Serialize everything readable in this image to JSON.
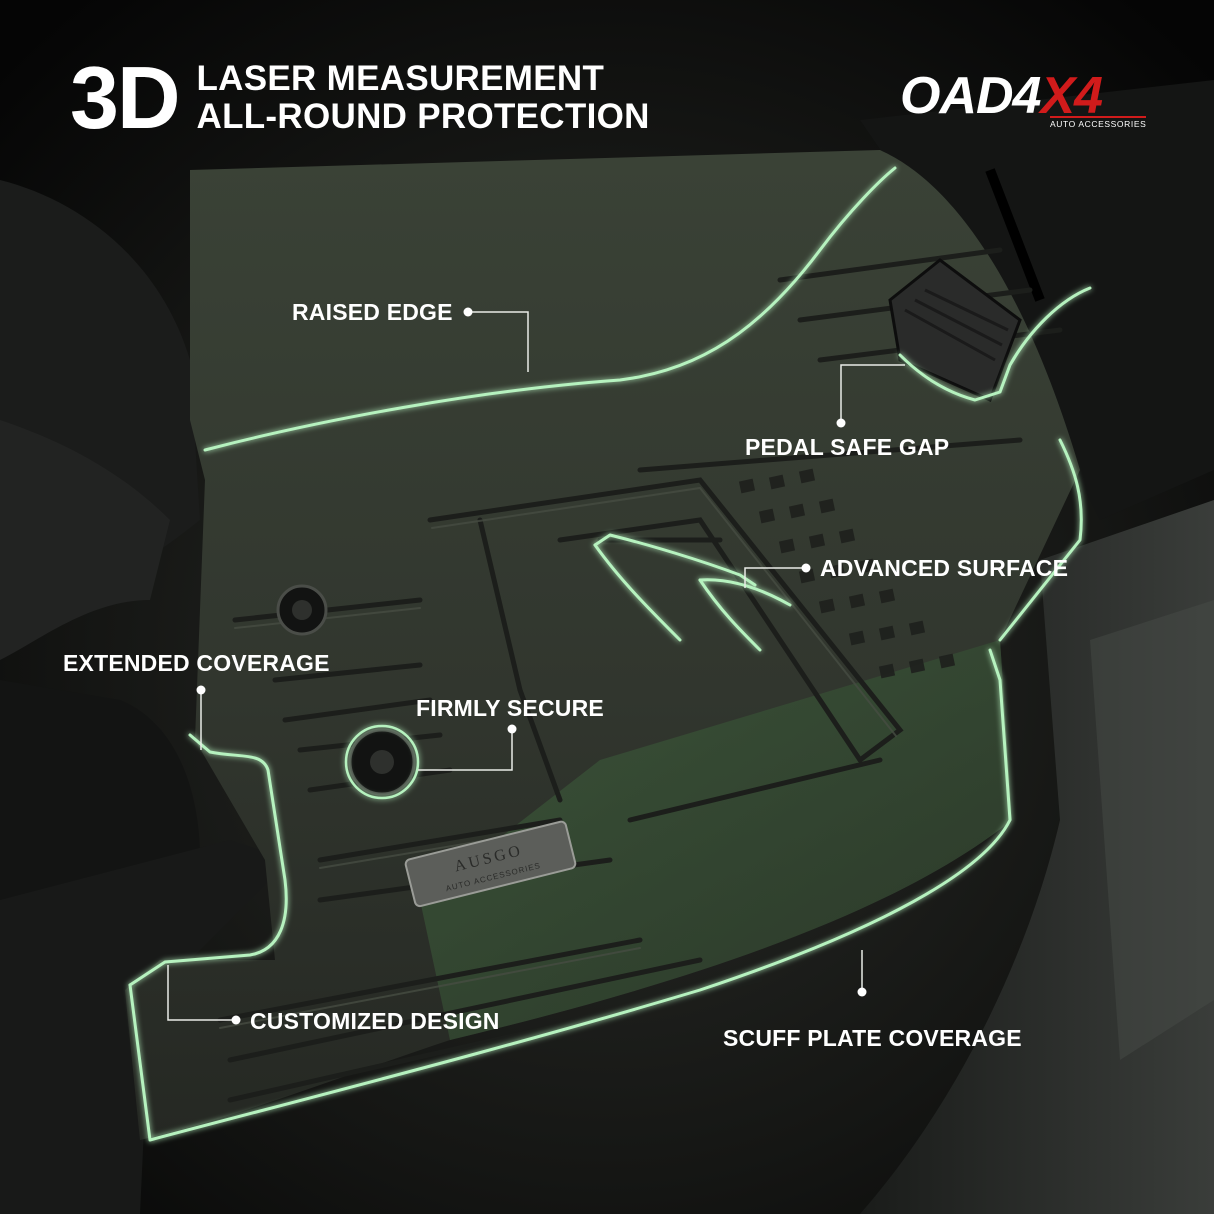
{
  "headline": {
    "big": "3D",
    "line1": "LASER MEASUREMENT",
    "line2": "ALL-ROUND PROTECTION"
  },
  "brand": {
    "name_white": "OAD4",
    "name_red": "X4",
    "tagline": "AUTO ACCESSORIES",
    "accent_color": "#d11b1b"
  },
  "mat_emblem": {
    "line1": "AUSGO",
    "line2": "AUTO ACCESSORIES"
  },
  "callouts": {
    "raised_edge": "RAISED EDGE",
    "pedal_safe_gap": "PEDAL SAFE GAP",
    "advanced_surface": "ADVANCED SURFACE",
    "extended_coverage": "EXTENDED COVERAGE",
    "firmly_secure": "FIRMLY SECURE",
    "customized_design": "CUSTOMIZED DESIGN",
    "scuff_plate_coverage": "SCUFF PLATE COVERAGE"
  },
  "colors": {
    "highlight": "#9be8a8",
    "leader": "#ffffff",
    "mat": "#2b2e29"
  }
}
